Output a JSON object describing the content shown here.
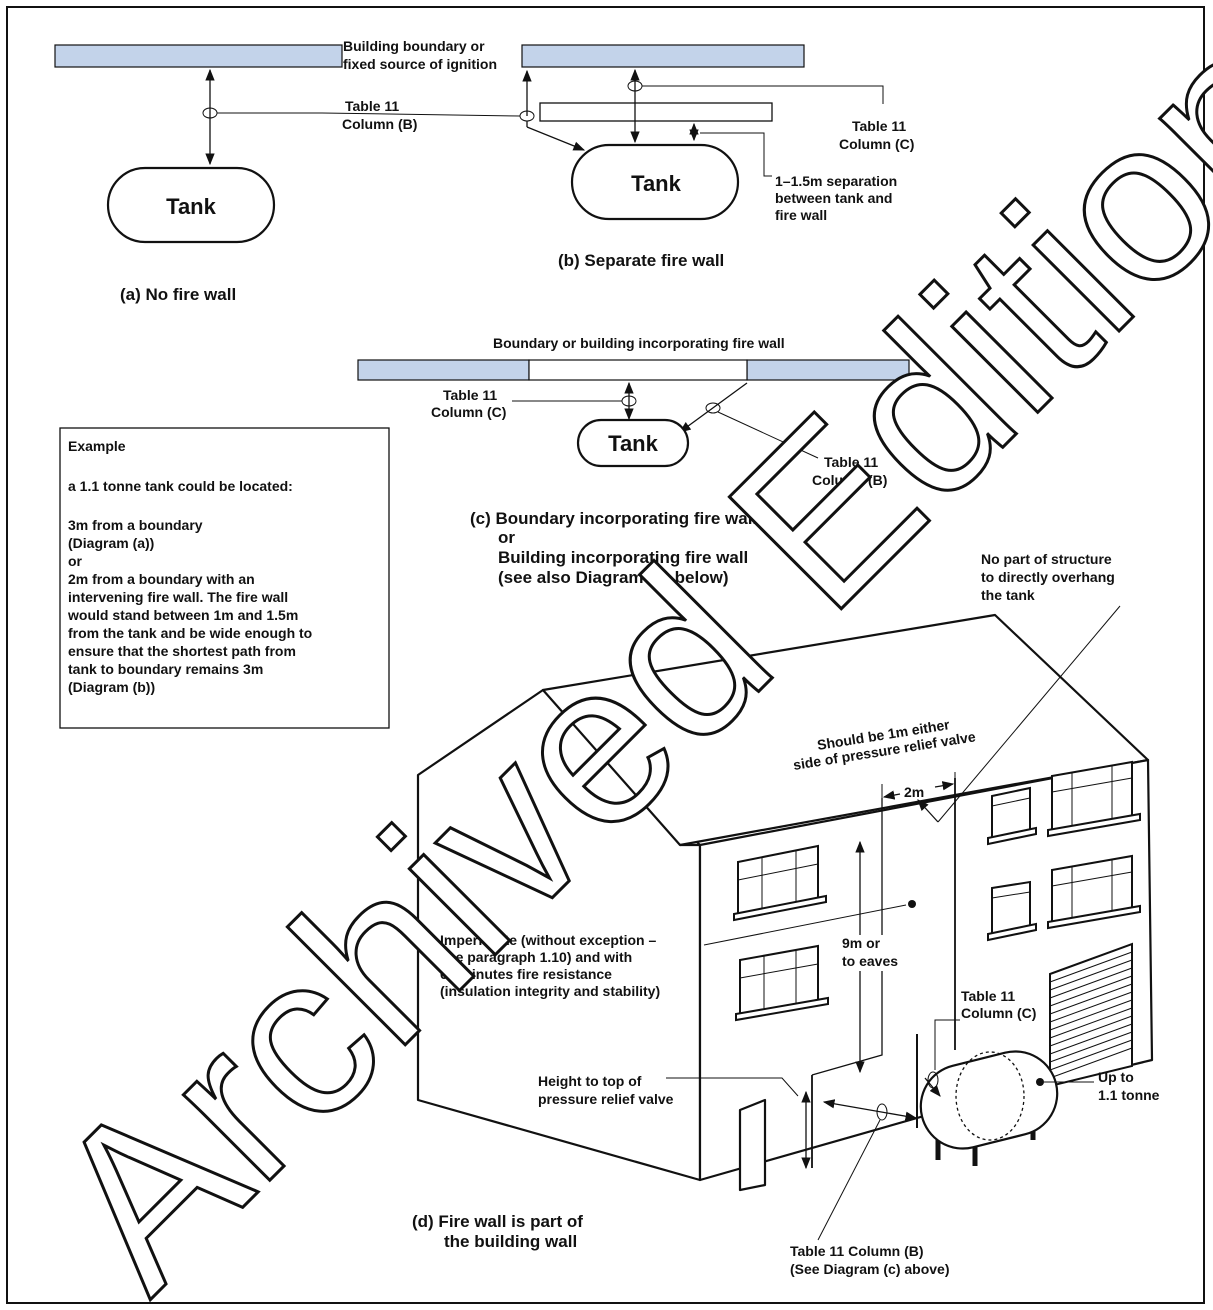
{
  "diagram_a": {
    "boundary_label_1": "Building boundary or",
    "boundary_label_2": "fixed source of ignition",
    "table_label_1": "Table 11",
    "table_label_2": "Column (B)",
    "tank": "Tank",
    "caption": "(a) No fire wall"
  },
  "diagram_b": {
    "table_label_1": "Table 11",
    "table_label_2": "Column (C)",
    "tank": "Tank",
    "separation_1": "1–1.5m separation",
    "separation_2": "between tank and",
    "separation_3": "fire wall",
    "caption": "(b) Separate fire wall"
  },
  "diagram_c": {
    "top_label": "Boundary or building incorporating fire wall",
    "table_c_1": "Table 11",
    "table_c_2": "Column (C)",
    "tank": "Tank",
    "table_b_1": "Table 11",
    "table_b_2": "Column (B)",
    "caption_1": "(c) Boundary incorporating fire wall",
    "caption_2": "or",
    "caption_3": "Building incorporating fire wall",
    "caption_4": "(see also Diagram (d) below)"
  },
  "example": {
    "title": "Example",
    "line1": "a 1.1 tonne tank could be located:",
    "line2": "3m from a boundary",
    "line3": "(Diagram (a))",
    "line4": "or",
    "line5": "2m from a boundary with an",
    "line6": "intervening fire wall. The fire wall",
    "line7": "would stand between 1m and 1.5m",
    "line8": "from the tank and be wide enough to",
    "line9": "ensure that the shortest path from",
    "line10": "tank to boundary remains 3m",
    "line11": "(Diagram (b))"
  },
  "diagram_d": {
    "overhang_1": "No part of structure",
    "overhang_2": "to directly overhang",
    "overhang_3": "the tank",
    "relief_1": "Should be 1m either",
    "relief_2": "side of pressure relief valve",
    "width": "2m",
    "imperforate_1": "Imperforate (without exception –",
    "imperforate_2": "see paragraph 1.10) and with",
    "imperforate_3": "60 minutes fire resistance",
    "imperforate_4": "(insulation integrity and stability)",
    "height_1": "9m or",
    "height_2": "to eaves",
    "table_c_1": "Table 11",
    "table_c_2": "Column (C)",
    "valve_1": "Height to top of",
    "valve_2": "pressure relief valve",
    "tonnage_1": "Up to",
    "tonnage_2": "1.1 tonne",
    "caption_1": "(d)  Fire wall is part of",
    "caption_2": "the building wall",
    "table_b_1": "Table 11 Column (B)",
    "table_b_2": "(See Diagram (c) above)"
  },
  "watermark": "Archived Edition"
}
